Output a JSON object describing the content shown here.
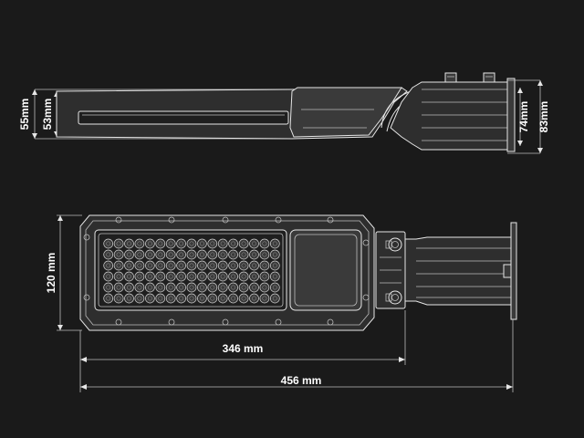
{
  "colors": {
    "background": "#1a1a1a",
    "line": "#e6e6e6",
    "text": "#ffffff"
  },
  "side_view": {
    "dimension_left_outer": "55mm",
    "dimension_left_inner": "53mm",
    "dimension_right_inner": "74mm",
    "dimension_right_outer": "83mm"
  },
  "top_view": {
    "dimension_height": "120 mm",
    "dimension_body_length": "346 mm",
    "dimension_total_length": "456 mm",
    "led_rows": 6,
    "led_cols": 17
  }
}
